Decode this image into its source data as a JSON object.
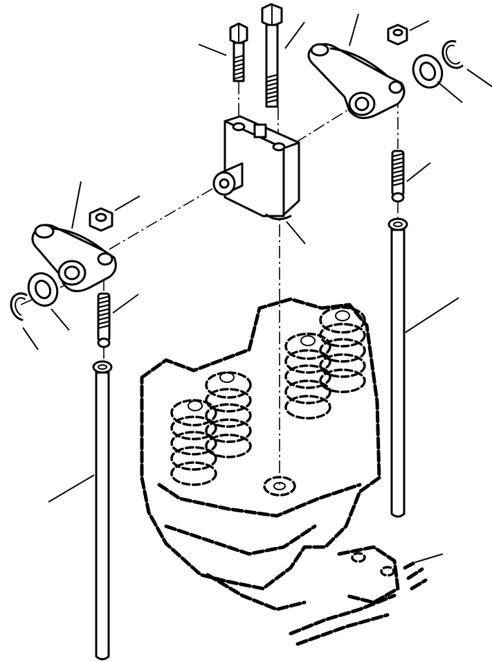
{
  "figure": {
    "background": "#ffffff",
    "line_color": "#000000",
    "parts": [
      "bolt-short",
      "bolt-long",
      "rocker-arm-right",
      "nut-right",
      "washer-right",
      "snap-ring-right",
      "adjusting-screw-right",
      "rocker-shaft-support",
      "rocker-arm-left",
      "nut-left",
      "washer-left",
      "snap-ring-left",
      "adjusting-screw-left",
      "push-rod-right",
      "push-rod-left",
      "cylinder-head"
    ]
  }
}
